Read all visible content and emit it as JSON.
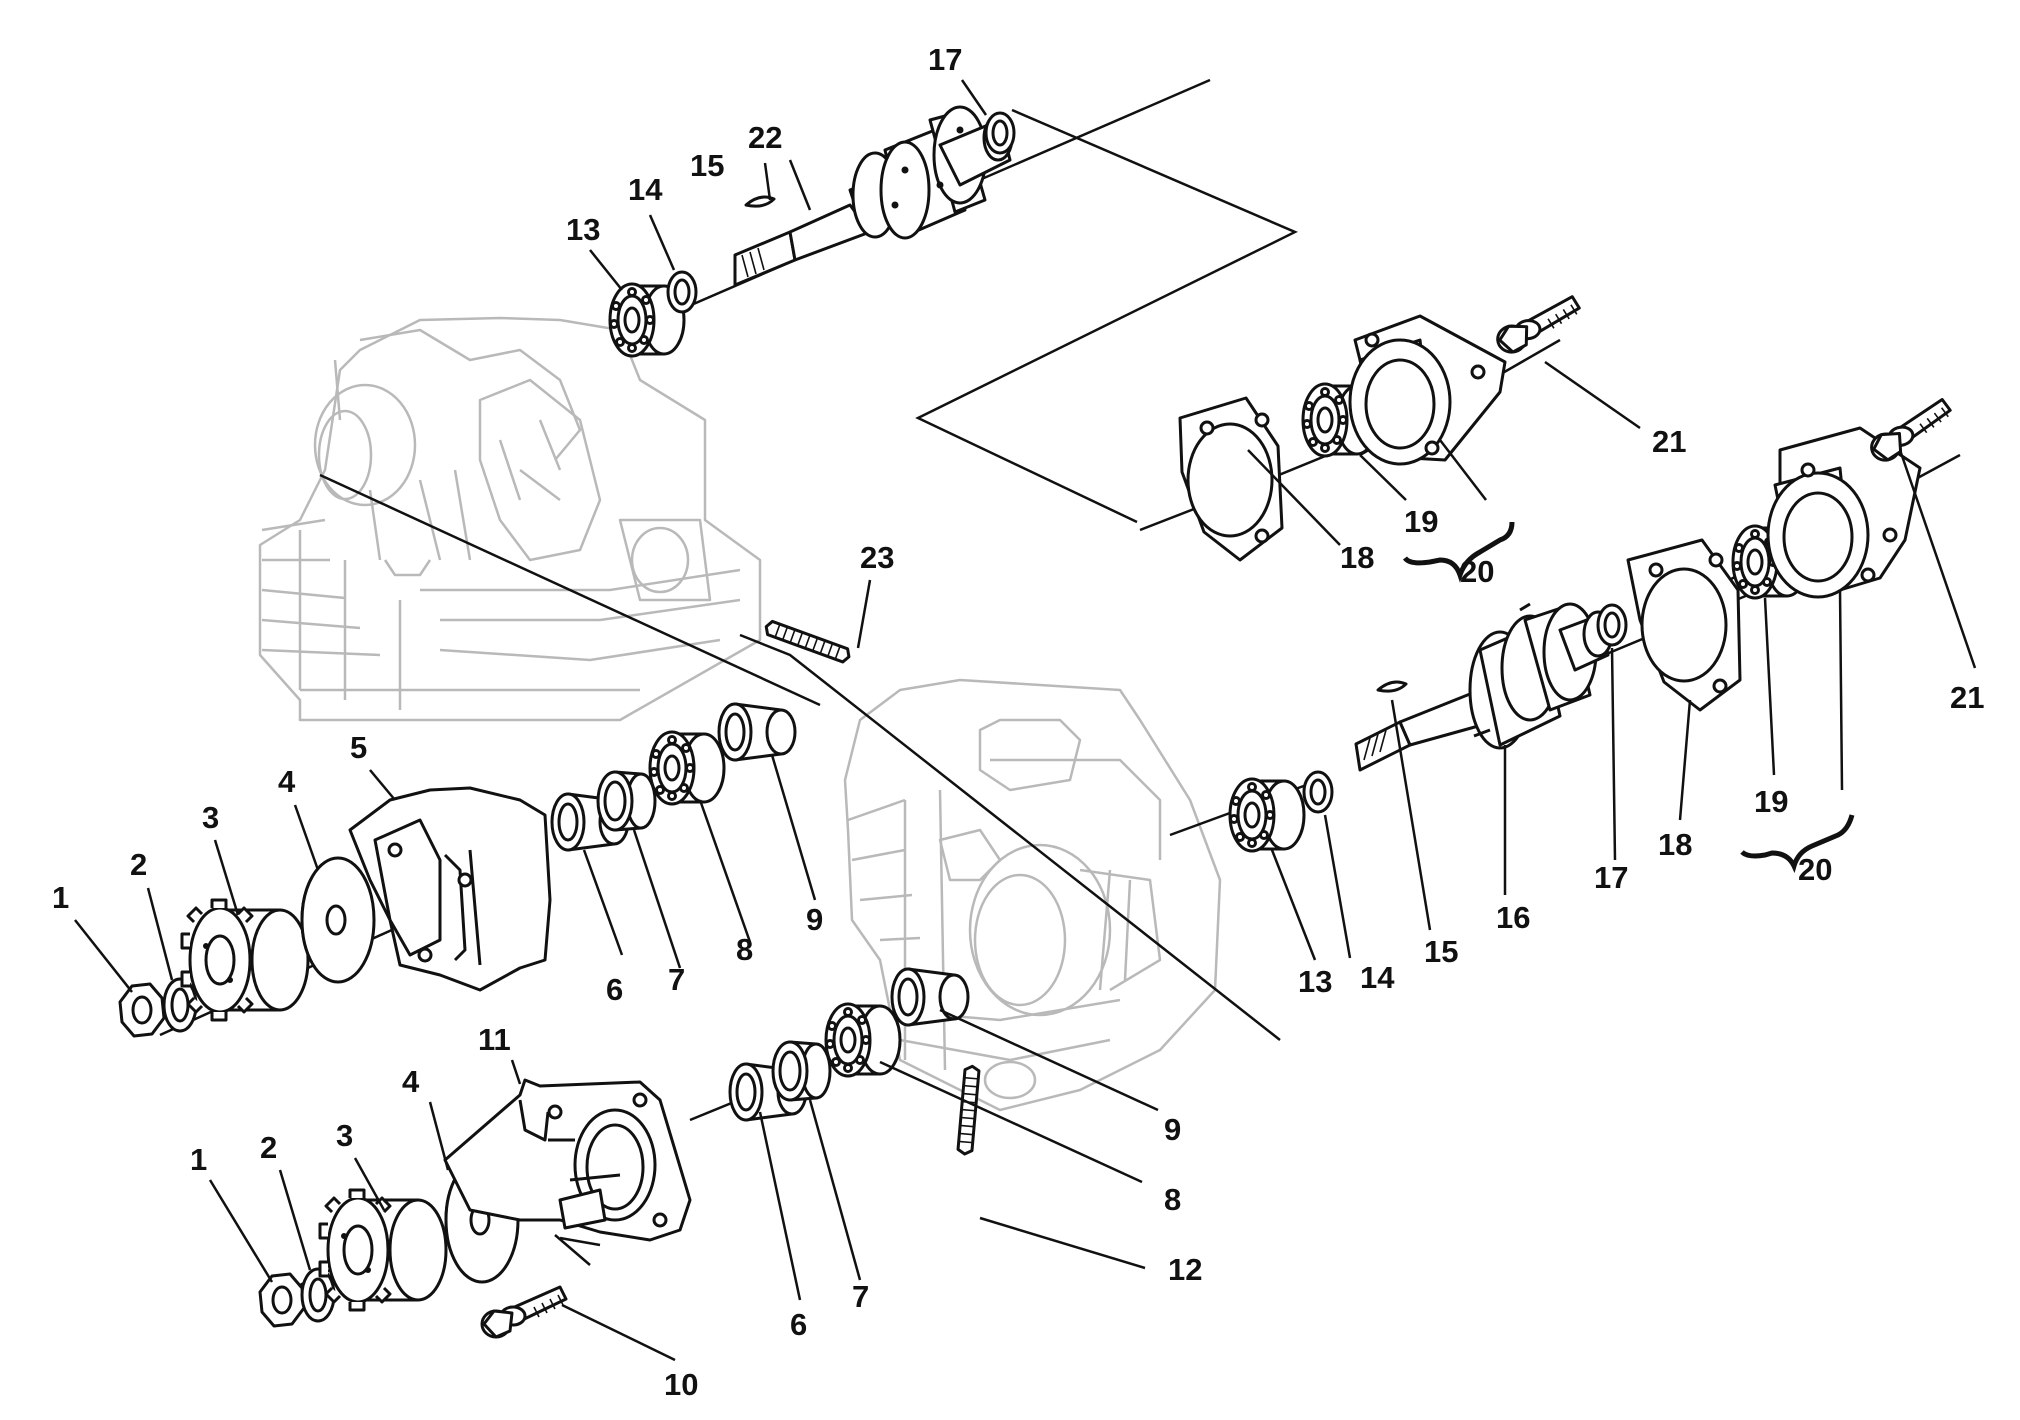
{
  "callouts": [
    {
      "id": "c1a",
      "text": "1"
    },
    {
      "id": "c2a",
      "text": "2"
    },
    {
      "id": "c3a",
      "text": "3"
    },
    {
      "id": "c4a",
      "text": "4"
    },
    {
      "id": "c5",
      "text": "5"
    },
    {
      "id": "c6a",
      "text": "6"
    },
    {
      "id": "c7a",
      "text": "7"
    },
    {
      "id": "c8a",
      "text": "8"
    },
    {
      "id": "c9a",
      "text": "9"
    },
    {
      "id": "c1b",
      "text": "1"
    },
    {
      "id": "c2b",
      "text": "2"
    },
    {
      "id": "c3b",
      "text": "3"
    },
    {
      "id": "c4b",
      "text": "4"
    },
    {
      "id": "c11",
      "text": "11"
    },
    {
      "id": "c6b",
      "text": "6"
    },
    {
      "id": "c7b",
      "text": "7"
    },
    {
      "id": "c10",
      "text": "10"
    },
    {
      "id": "c12",
      "text": "12"
    },
    {
      "id": "c8b",
      "text": "8"
    },
    {
      "id": "c9b",
      "text": "9"
    },
    {
      "id": "c13a",
      "text": "13"
    },
    {
      "id": "c14a",
      "text": "14"
    },
    {
      "id": "c15a",
      "text": "15"
    },
    {
      "id": "c22",
      "text": "22"
    },
    {
      "id": "c17a",
      "text": "17"
    },
    {
      "id": "c23",
      "text": "23"
    },
    {
      "id": "c18a",
      "text": "18"
    },
    {
      "id": "c19a",
      "text": "19"
    },
    {
      "id": "c20a",
      "text": "20"
    },
    {
      "id": "c21a",
      "text": "21"
    },
    {
      "id": "c13b",
      "text": "13"
    },
    {
      "id": "c14b",
      "text": "14"
    },
    {
      "id": "c15b",
      "text": "15"
    },
    {
      "id": "c16",
      "text": "16"
    },
    {
      "id": "c17b",
      "text": "17"
    },
    {
      "id": "c18b",
      "text": "18"
    },
    {
      "id": "c19b",
      "text": "19"
    },
    {
      "id": "c20b",
      "text": "20"
    },
    {
      "id": "c21b",
      "text": "21"
    }
  ]
}
